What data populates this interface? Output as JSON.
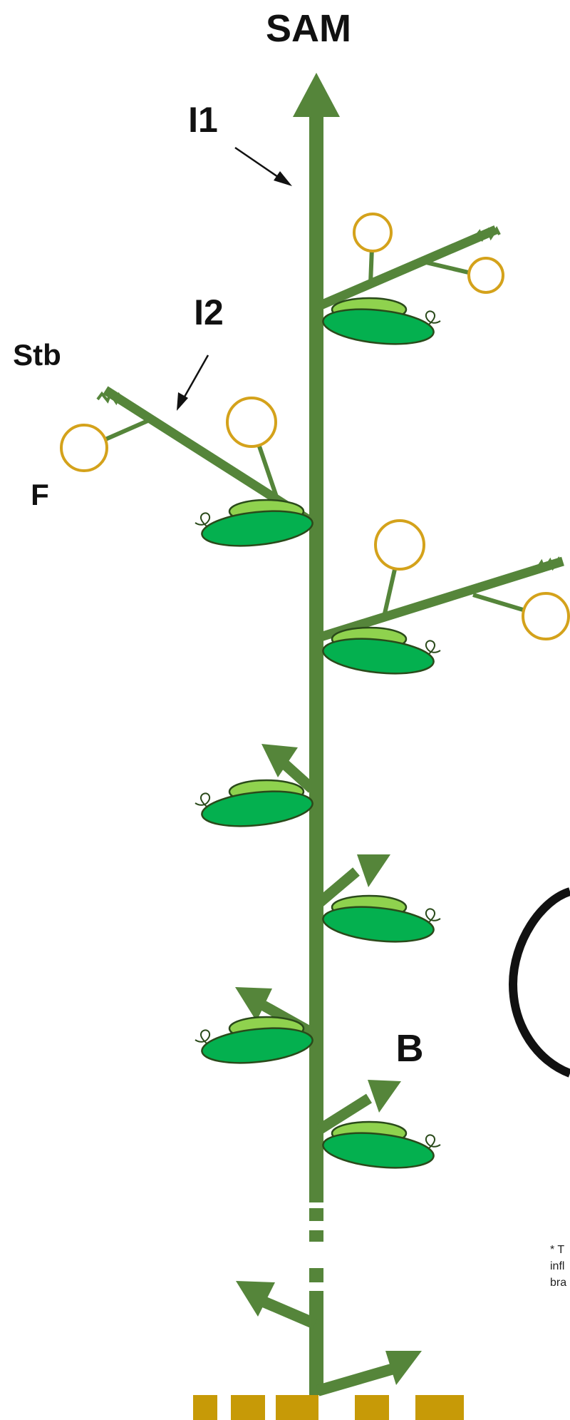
{
  "labels": {
    "sam": "SAM",
    "i1": "I1",
    "i2": "I2",
    "stb": "Stb",
    "f": "F",
    "b": "B"
  },
  "footnote": {
    "line1": "* T",
    "line2": "infl",
    "line3": "bra"
  },
  "colors": {
    "stem": "#55853a",
    "leaf_dark": "#04b04f",
    "leaf_light": "#8fd24e",
    "flower_ring": "#d4a21b",
    "soil": "#c79a07",
    "outline": "#2a4a1a",
    "ink": "#111111"
  },
  "icons": {
    "main_stem": "upward-arrow",
    "flower": "open-circle",
    "leaf": "double-ellipse-leaf-with-tendril",
    "axillary_shoot": "short-arrow"
  }
}
